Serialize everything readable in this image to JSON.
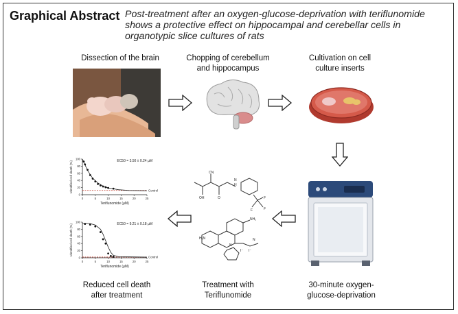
{
  "header": {
    "title": "Graphical Abstract",
    "subtitle": "Post-treatment after an oxygen-glucose-deprivation with teriflunomide shows a protective effect on hippocampal and cerebellar cells in organotypic slice cultures of rats"
  },
  "steps": {
    "dissection": "Dissection of the brain",
    "chopping_line1": "Chopping of cerebellum",
    "chopping_line2": "and hippocampus",
    "cultivation_line1": "Cultivation on cell",
    "cultivation_line2": "culture inserts",
    "ogd_line1": "30-minute oxygen-",
    "ogd_line2": "glucose-deprivation",
    "treatment_line1": "Treatment with",
    "treatment_line2": "Teriflunomide",
    "reduced_line1": "Reduced cell death",
    "reduced_line2": "after treatment"
  },
  "colors": {
    "arrow_outline": "#222222",
    "dish_red": "#c0392b",
    "brain_gray": "#dcdcdc",
    "cerebellum_pink": "#d98c8c",
    "incubator_blue": "#2c4a7a"
  },
  "chart_data": [
    {
      "type": "scatter",
      "title": "",
      "annotation": "EC50 = 3.50 ± 0.24 µM",
      "ylabel": "Identified cell death (%)",
      "xlabel": "Teriflunomide (µM)",
      "xlim": [
        0,
        25
      ],
      "ylim": [
        0,
        100
      ],
      "xticks": [
        "0",
        "5",
        "10",
        "15",
        "20",
        "25"
      ],
      "yticks": [
        "0",
        "20",
        "40",
        "60",
        "80",
        "100"
      ],
      "control_label": "Control",
      "points": [
        [
          0.5,
          93
        ],
        [
          1,
          85
        ],
        [
          2,
          70
        ],
        [
          3,
          55
        ],
        [
          4,
          45
        ],
        [
          5,
          37
        ],
        [
          6,
          30
        ],
        [
          7,
          26
        ],
        [
          8,
          23
        ],
        [
          9,
          21
        ],
        [
          10,
          19
        ],
        [
          12,
          17
        ]
      ],
      "fit": [
        [
          0,
          100
        ],
        [
          2,
          68
        ],
        [
          4,
          46
        ],
        [
          6,
          33
        ],
        [
          8,
          24
        ],
        [
          10,
          19
        ],
        [
          14,
          14
        ],
        [
          18,
          12
        ],
        [
          25,
          11
        ]
      ],
      "control_y": 12
    },
    {
      "type": "scatter",
      "title": "",
      "annotation": "EC50 = 9.21 ± 0.18 µM",
      "ylabel": "Identified cell death (%)",
      "xlabel": "Teriflunomide (µM)",
      "xlim": [
        0,
        25
      ],
      "ylim": [
        0,
        100
      ],
      "xticks": [
        "0",
        "5",
        "10",
        "15",
        "20",
        "25"
      ],
      "yticks": [
        "0",
        "20",
        "40",
        "60",
        "80",
        "100"
      ],
      "control_label": "Control",
      "points": [
        [
          1,
          95
        ],
        [
          3,
          93
        ],
        [
          5,
          88
        ],
        [
          7,
          72
        ],
        [
          8,
          52
        ],
        [
          9,
          40
        ],
        [
          10,
          12
        ],
        [
          11,
          5
        ],
        [
          12,
          3
        ]
      ],
      "fit": [
        [
          0,
          97
        ],
        [
          3,
          96
        ],
        [
          5,
          92
        ],
        [
          7,
          80
        ],
        [
          8,
          66
        ],
        [
          9,
          48
        ],
        [
          10,
          30
        ],
        [
          11,
          15
        ],
        [
          12,
          7
        ],
        [
          14,
          3
        ],
        [
          25,
          2
        ]
      ],
      "control_y": 2
    }
  ]
}
